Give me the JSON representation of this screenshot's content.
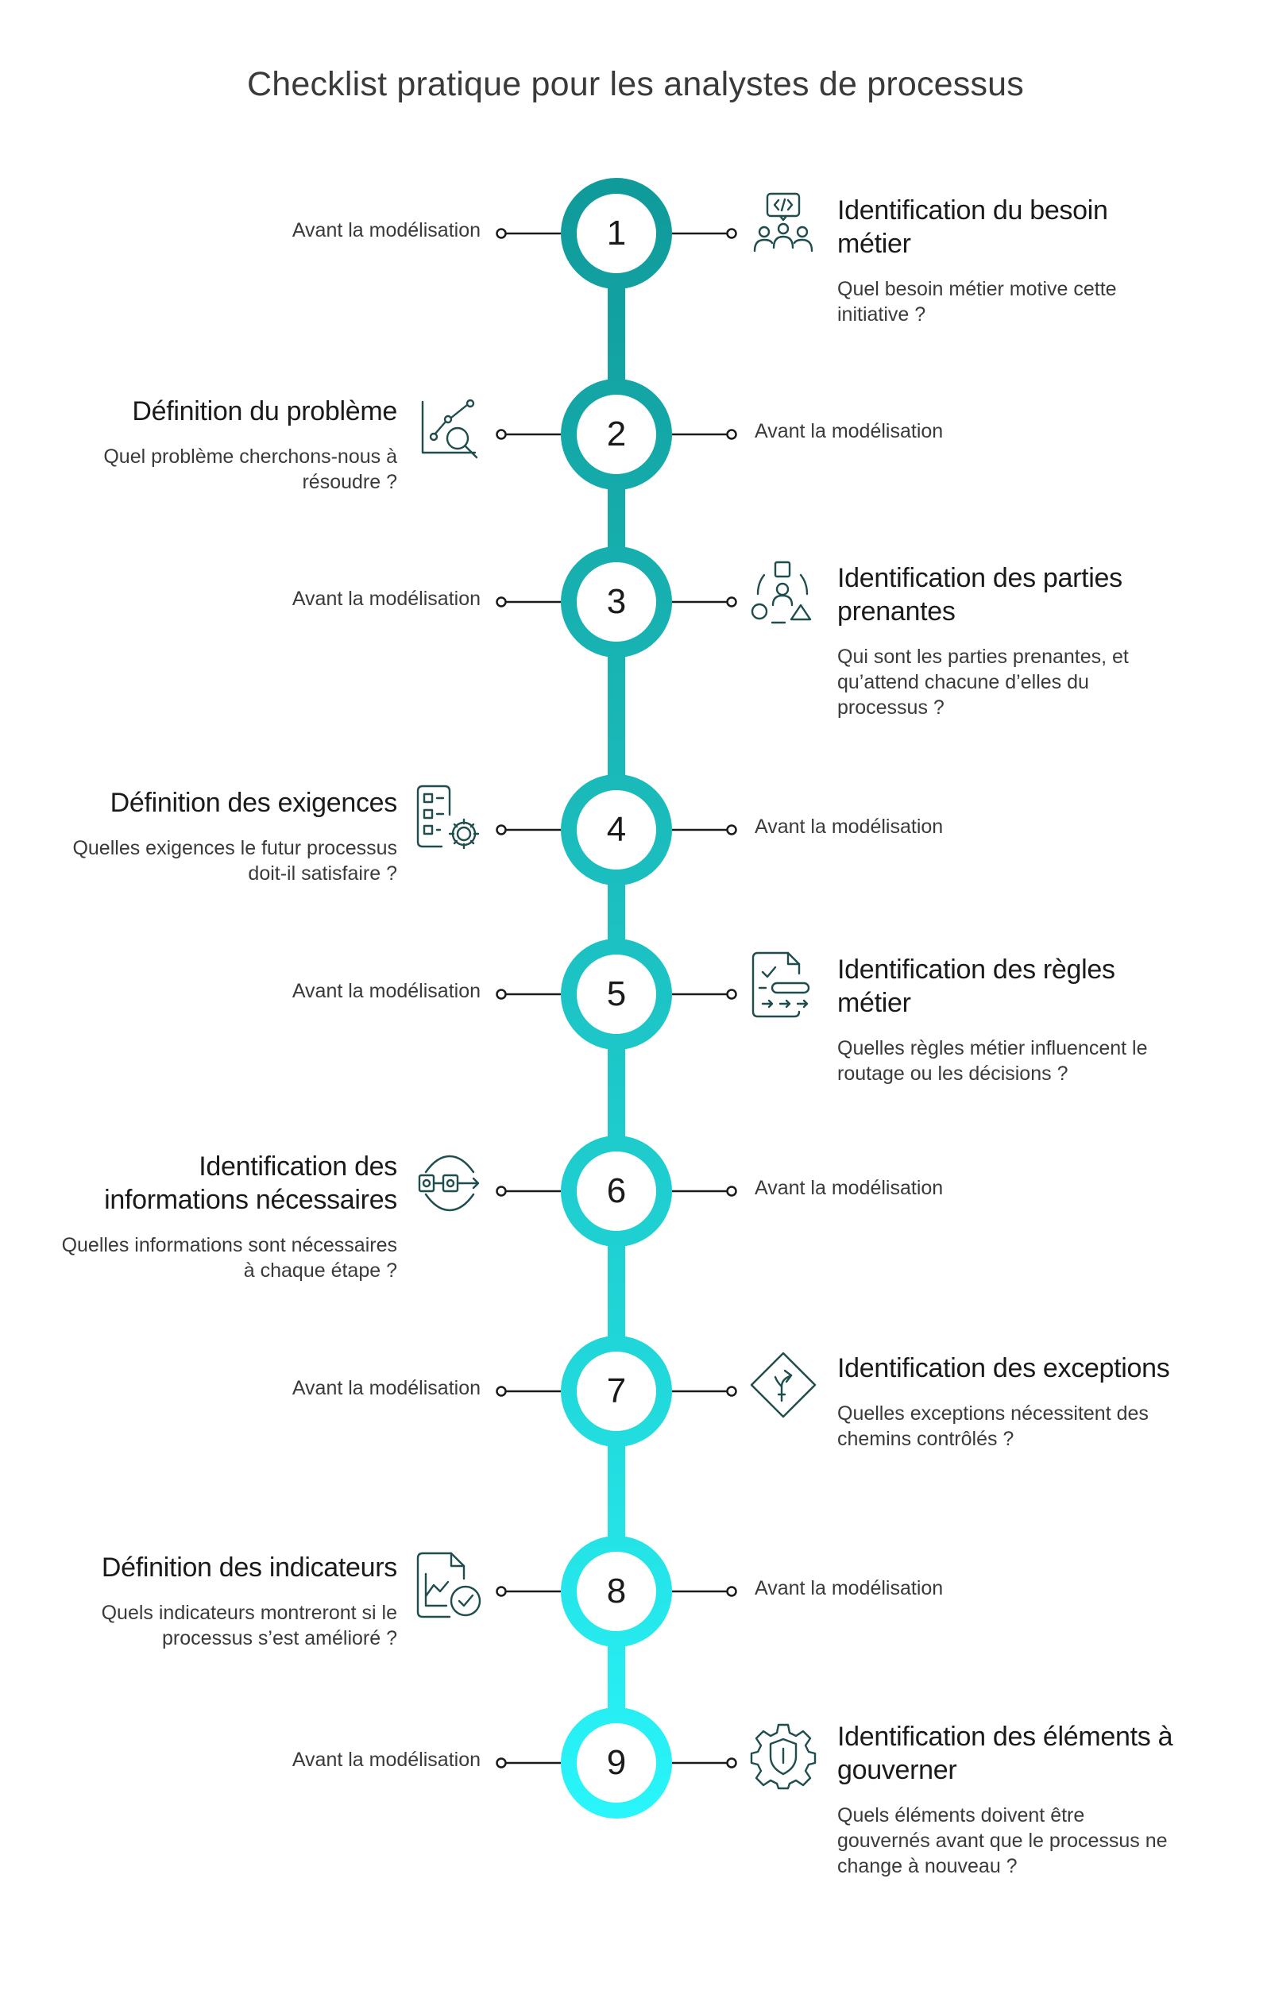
{
  "title": "Checklist pratique pour les analystes de processus",
  "colors": {
    "connector": "#1a1a1a",
    "icon": "#1f4d4d",
    "ring_gradient": [
      "#109a9a",
      "#1ab8b8",
      "#20d5d8",
      "#29f6fb"
    ]
  },
  "steps": [
    {
      "number": "1",
      "side_label": "Avant la modélisation",
      "title": "Identification du besoin métier",
      "description": "Quel besoin métier motive cette initiative ?",
      "icon": "team-code-icon"
    },
    {
      "number": "2",
      "side_label": "Avant la modélisation",
      "title": "Définition du problème",
      "description": "Quel problème cherchons-nous à résoudre ?",
      "icon": "chart-search-icon"
    },
    {
      "number": "3",
      "side_label": "Avant la modélisation",
      "title": "Identification des parties prenantes",
      "description": "Qui sont les parties prenantes, et qu’attend chacune d’elles du processus ?",
      "icon": "stakeholders-icon"
    },
    {
      "number": "4",
      "side_label": "Avant la modélisation",
      "title": "Définition des exigences",
      "description": "Quelles exigences le futur processus doit-il satisfaire ?",
      "icon": "checklist-gear-icon"
    },
    {
      "number": "5",
      "side_label": "Avant la modélisation",
      "title": "Identification des règles métier",
      "description": "Quelles règles métier influencent le routage ou les décisions ?",
      "icon": "rules-document-icon"
    },
    {
      "number": "6",
      "side_label": "Avant la modélisation",
      "title": "Identification des informations nécessaires",
      "description": "Quelles informations sont nécessaires à chaque étape ?",
      "icon": "data-flow-icon"
    },
    {
      "number": "7",
      "side_label": "Avant la modélisation",
      "title": "Identification des exceptions",
      "description": "Quelles exceptions nécessitent des chemins contrôlés ?",
      "icon": "exception-route-icon"
    },
    {
      "number": "8",
      "side_label": "Avant la modélisation",
      "title": "Définition des indicateurs",
      "description": "Quels indicateurs montreront si le processus s’est amélioré ?",
      "icon": "report-check-icon"
    },
    {
      "number": "9",
      "side_label": "Avant la modélisation",
      "title": "Identification des éléments à gouverner",
      "description": "Quels éléments doivent être gouvernés avant que le processus ne change à nouveau ?",
      "icon": "gear-shield-icon"
    }
  ]
}
